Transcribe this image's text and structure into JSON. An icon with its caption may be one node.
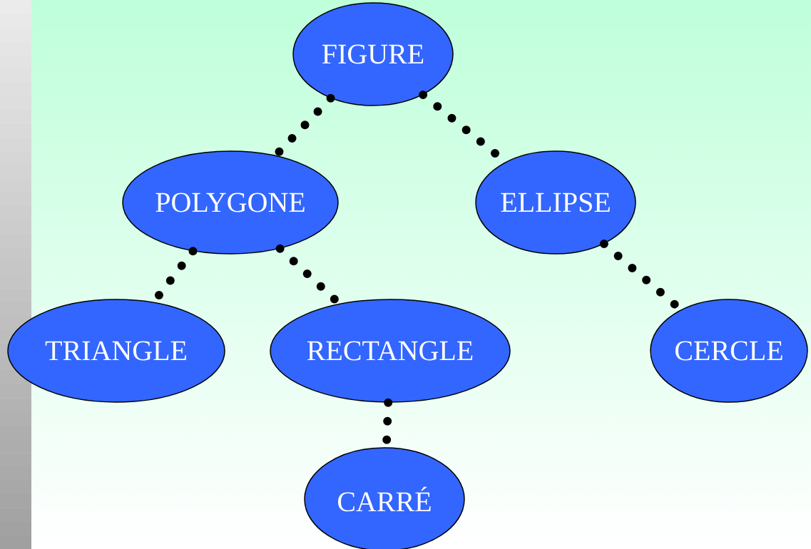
{
  "diagram": {
    "nodes": [
      {
        "text": [
          "FIGURE"
        ]
      },
      {
        "text": [
          "POLYGONE"
        ]
      },
      {
        "text": [
          "ELLIPSE"
        ]
      },
      {
        "text": [
          "TRIANGLE"
        ]
      },
      {
        "text": [
          "RECTANGLE"
        ]
      },
      {
        "text": [
          "CERCLE"
        ]
      },
      {
        "text": [
          "CARRÉ"
        ]
      }
    ],
    "edges": [
      {
        "from": 0,
        "to": 1,
        "arrow": "none"
      },
      {
        "from": 0,
        "to": 2,
        "arrow": "none"
      },
      {
        "from": 1,
        "to": 3,
        "arrow": "none"
      },
      {
        "from": 1,
        "to": 4,
        "arrow": "none"
      },
      {
        "from": 2,
        "to": 5,
        "arrow": "none"
      },
      {
        "from": 4,
        "to": 6,
        "arrow": "none"
      }
    ]
  }
}
